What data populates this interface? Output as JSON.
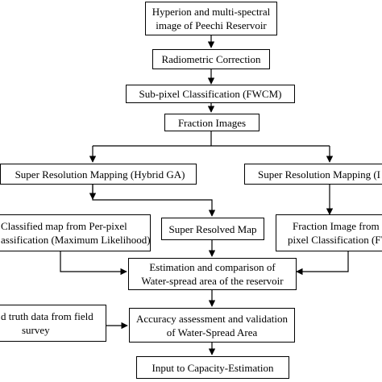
{
  "nodes": {
    "source": {
      "line1": "Hyperion and multi-spectral",
      "line2": "image of Peechi Reservoir"
    },
    "radiometric": {
      "label": "Radiometric Correction"
    },
    "subpixel": {
      "label": "Sub-pixel Classification (FWCM)"
    },
    "fraction": {
      "label": "Fraction Images"
    },
    "srm_left": {
      "label": "Super Resolution Mapping (Hybrid GA)"
    },
    "srm_right": {
      "label": "Super Resolution Mapping (I"
    },
    "classified": {
      "line1": "Classified map from Per-pixel",
      "line2": "assification (Maximum Likelihood)"
    },
    "resolved": {
      "label": "Super Resolved Map"
    },
    "fraction_pixel": {
      "line1": "Fraction Image from",
      "line2": "pixel Classification (FW"
    },
    "estimation": {
      "line1": "Estimation and comparison of",
      "line2": "Water-spread area of the reservoir"
    },
    "ground": {
      "line1": "d truth data from field",
      "line2": "survey"
    },
    "accuracy": {
      "line1": "Accuracy assessment and validation",
      "line2": "of Water-Spread Area"
    },
    "capacity": {
      "label": "Input to Capacity-Estimation"
    }
  }
}
